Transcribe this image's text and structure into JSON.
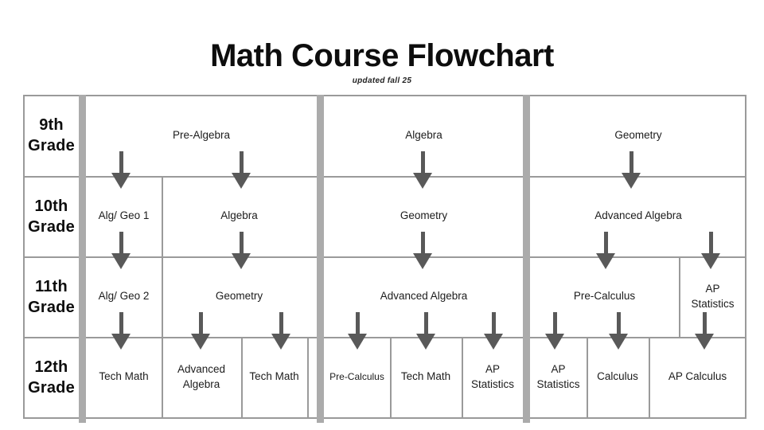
{
  "title": "Math Course Flowchart",
  "subtitle": "updated fall 25",
  "colors": {
    "grid": "#9a9a9a",
    "bar": "#ababab",
    "arrow": "#595959",
    "text": "#111111"
  },
  "grade_rows": [
    "9th Grade",
    "10th Grade",
    "11th Grade",
    "12th Grade"
  ],
  "cells": {
    "t1_g9": "Pre-Algebra",
    "t1_g10_a": "Alg/ Geo 1",
    "t1_g10_b": "Algebra",
    "t1_g11_a": "Alg/ Geo 2",
    "t1_g11_b": "Geometry",
    "t1_g12_a": "Tech Math",
    "t1_g12_b": "Advanced Algebra",
    "t1_g12_c": "Tech Math",
    "t2_g9": "Algebra",
    "t2_g10": "Geometry",
    "t2_g11": "Advanced Algebra",
    "t2_g12_a": "Pre-Calculus",
    "t2_g12_b": "Tech Math",
    "t2_g12_c": "AP Statistics",
    "t3_g9": "Geometry",
    "t3_g10": "Advanced Algebra",
    "t3_g11_a": "Pre-Calculus",
    "t3_g11_b": "AP Statistics",
    "t3_g12_a": "AP Statistics",
    "t3_g12_b": "Calculus",
    "t3_g12_c": "AP Calculus"
  },
  "flows": [
    {
      "from": "Pre-Algebra (9th)",
      "to": "Alg/ Geo 1 (10th)"
    },
    {
      "from": "Pre-Algebra (9th)",
      "to": "Algebra (10th)"
    },
    {
      "from": "Alg/ Geo 1 (10th)",
      "to": "Alg/ Geo 2 (11th)"
    },
    {
      "from": "Algebra (10th)",
      "to": "Geometry (11th)"
    },
    {
      "from": "Alg/ Geo 2 (11th)",
      "to": "Tech Math (12th)"
    },
    {
      "from": "Geometry (11th)",
      "to": "Advanced Algebra (12th)"
    },
    {
      "from": "Geometry (11th)",
      "to": "Tech Math (12th)"
    },
    {
      "from": "Algebra (9th)",
      "to": "Geometry (10th)"
    },
    {
      "from": "Geometry (10th)",
      "to": "Advanced Algebra (11th)"
    },
    {
      "from": "Advanced Algebra (11th)",
      "to": "Pre-Calculus (12th)"
    },
    {
      "from": "Advanced Algebra (11th)",
      "to": "Tech Math (12th)"
    },
    {
      "from": "Advanced Algebra (11th)",
      "to": "AP Statistics (12th)"
    },
    {
      "from": "Geometry (9th)",
      "to": "Advanced Algebra (10th)"
    },
    {
      "from": "Advanced Algebra (10th)",
      "to": "Pre-Calculus (11th)"
    },
    {
      "from": "Advanced Algebra (10th)",
      "to": "AP Statistics (11th)"
    },
    {
      "from": "Pre-Calculus (11th)",
      "to": "AP Statistics (12th)"
    },
    {
      "from": "Pre-Calculus (11th)",
      "to": "Calculus (12th)"
    },
    {
      "from": "AP Statistics (11th)",
      "to": "AP Calculus (12th)"
    }
  ]
}
